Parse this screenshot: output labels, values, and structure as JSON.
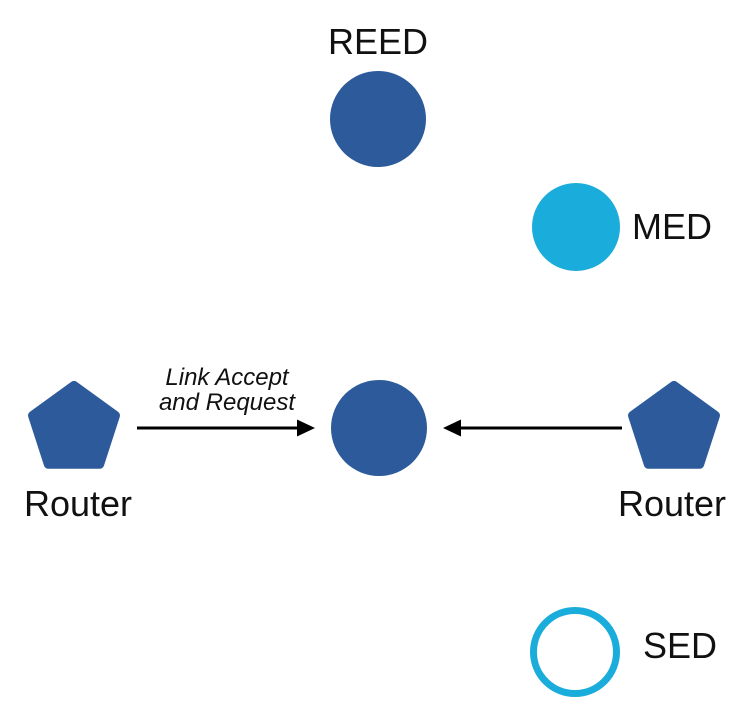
{
  "colors": {
    "node_blue": "#2D5A9B",
    "node_cyan": "#1AACDB",
    "arrow_black": "#000000",
    "label_text": "#111111"
  },
  "nodes": {
    "reed": {
      "label": "REED",
      "shape": "filled-circle-blue"
    },
    "med": {
      "label": "MED",
      "shape": "filled-circle-cyan"
    },
    "router_left": {
      "label": "Router",
      "shape": "pentagon-blue"
    },
    "center_device": {
      "label": "",
      "shape": "filled-circle-blue"
    },
    "router_right": {
      "label": "Router",
      "shape": "pentagon-blue"
    },
    "sed": {
      "label": "SED",
      "shape": "outlined-circle-cyan"
    }
  },
  "edges": {
    "left_arrow": {
      "from": "router_left",
      "to": "center_device",
      "label_line1": "Link Accept",
      "label_line2": "and Request"
    },
    "right_arrow": {
      "from": "router_right",
      "to": "center_device"
    }
  }
}
